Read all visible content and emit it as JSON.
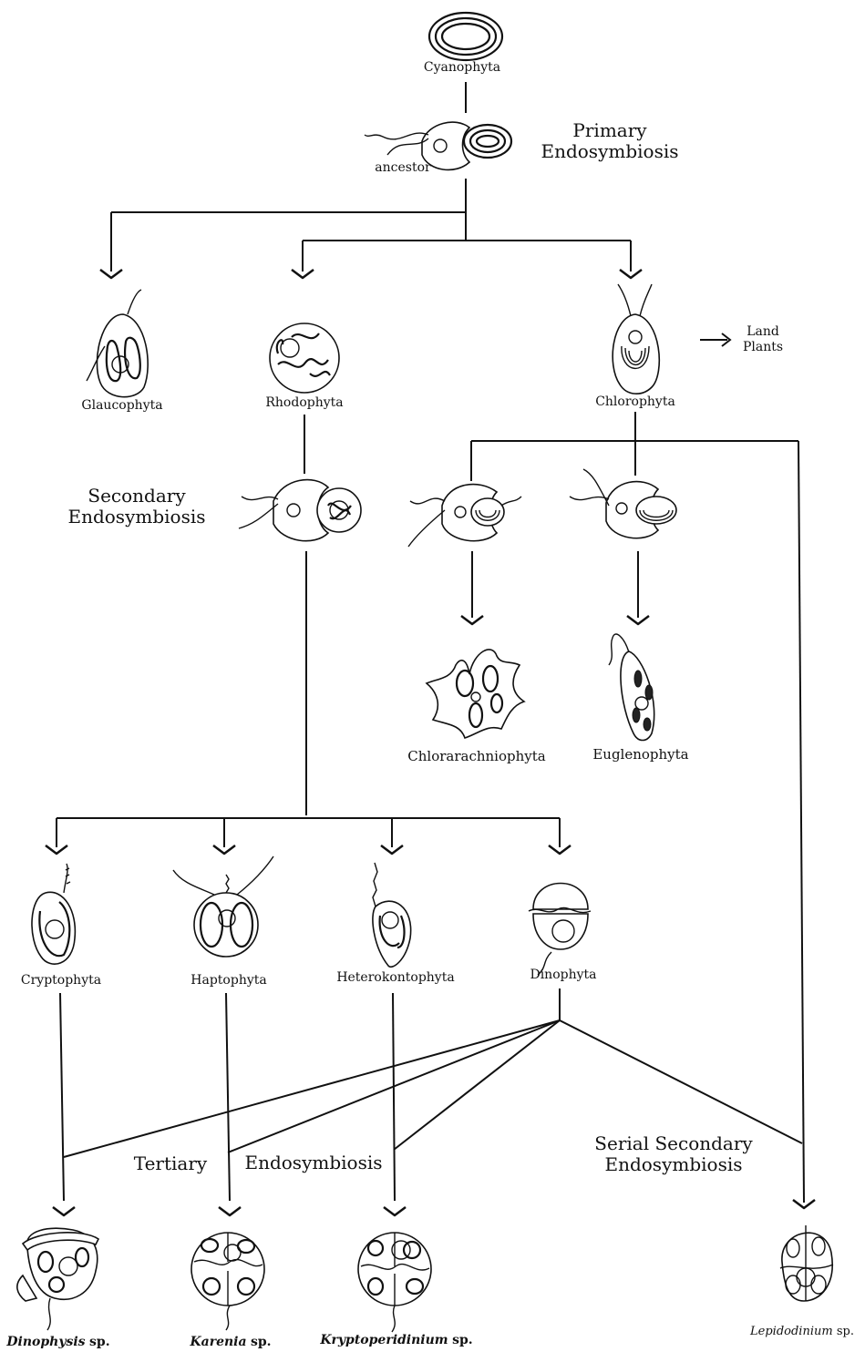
{
  "labels": {
    "cyanophyta": "Cyanophyta",
    "ancestor": "ancestor",
    "primary_line1": "Primary",
    "primary_line2": "Endosymbiosis",
    "glaucophyta": "Glaucophyta",
    "rhodophyta": "Rhodophyta",
    "chlorophyta": "Chlorophyta",
    "land_line1": "Land",
    "land_line2": "Plants",
    "secondary_line1": "Secondary",
    "secondary_line2": "Endosymbiosis",
    "chlorarachniophyta": "Chlorarachniophyta",
    "euglenophyta": "Euglenophyta",
    "cryptophyta": "Cryptophyta",
    "haptophyta": "Haptophyta",
    "heterokontophyta": "Heterokontophyta",
    "dinophyta": "Dinophyta",
    "tertiary": "Tertiary",
    "endosymbiosis": "Endosymbiosis",
    "serial_line1": "Serial Secondary",
    "serial_line2": "Endosymbiosis",
    "dinophysis_genus": "Dinophysis",
    "karenia_genus": "Karenia",
    "kryptoperidinium_genus": "Kryptoperidinium",
    "lepidodinium_genus": "Lepidodinium",
    "species_abbrev": "sp."
  },
  "icons": [
    "cyanobacterium-icon",
    "ancestor-cell-icon",
    "glaucophyte-icon",
    "red-alga-icon",
    "green-alga-icon",
    "dinoflagellate-icon"
  ]
}
